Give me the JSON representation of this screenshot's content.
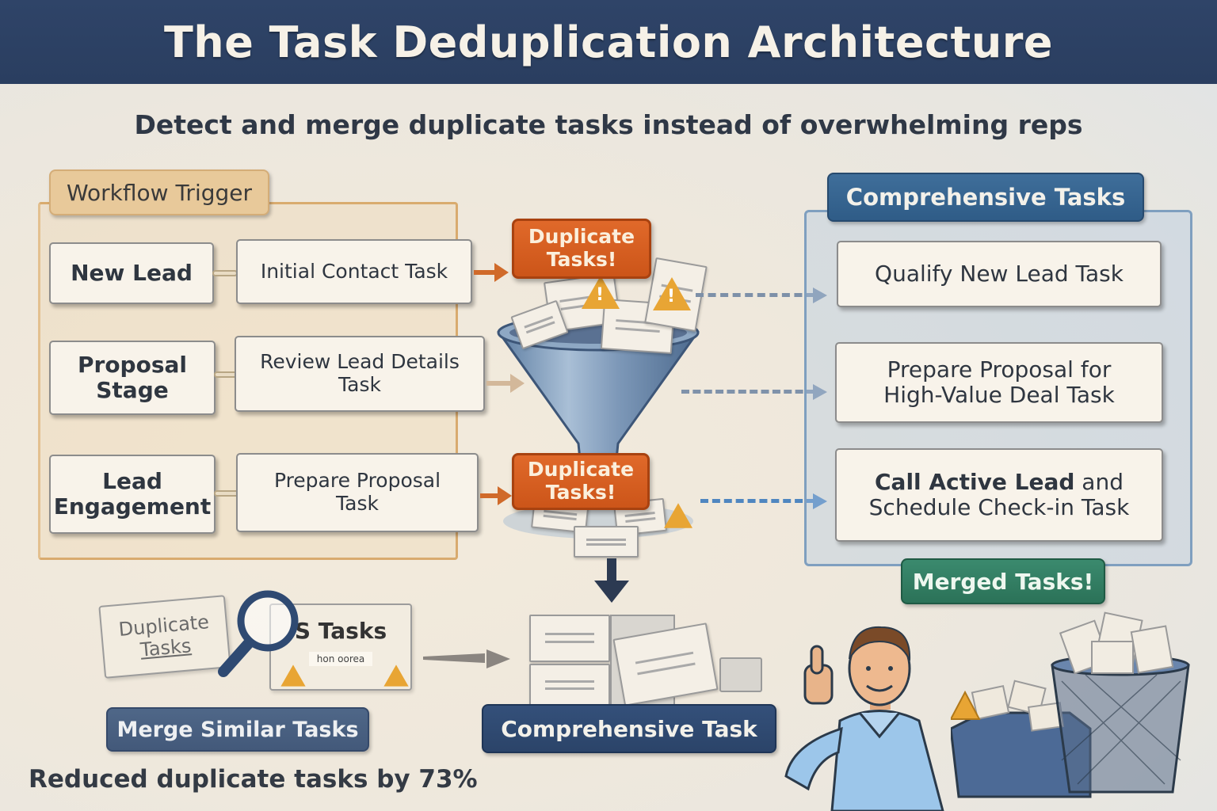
{
  "header": {
    "title": "The Task Deduplication Architecture",
    "subtitle": "Detect and merge duplicate tasks instead of overwhelming reps"
  },
  "workflow": {
    "section_label": "Workflow Trigger",
    "rows": [
      {
        "trigger": "New Lead",
        "task": "Initial Contact Task"
      },
      {
        "trigger_line1": "Proposal",
        "trigger_line2": "Stage",
        "task_line1": "Review Lead Details",
        "task_line2": "Task"
      },
      {
        "trigger_line1": "Lead",
        "trigger_line2": "Engagement",
        "task_line1": "Prepare Proposal",
        "task_line2": "Task"
      }
    ]
  },
  "funnel": {
    "badges": [
      {
        "line1": "Duplicate",
        "line2": "Tasks!"
      },
      {
        "line1": "Duplicate",
        "line2": "Tasks!"
      }
    ],
    "warning_glyph": "!"
  },
  "comprehensive": {
    "section_label": "Comprehensive Tasks",
    "tasks": [
      {
        "line1": "Qualify New Lead Task"
      },
      {
        "line1": "Prepare Proposal for",
        "line2": "High-Value Deal Task"
      },
      {
        "line1_bold": "Call Active Lead",
        "line1_rest": " and",
        "line2": "Schedule Check-in Task"
      }
    ],
    "merged_label": "Merged Tasks!"
  },
  "merge_step": {
    "ghost_card_line1": "Duplicate",
    "ghost_card_line2": "Tasks",
    "scanned_card_title": "S Tasks",
    "scanned_card_sub": "hon oorea",
    "label": "Merge Similar Tasks"
  },
  "output": {
    "label": "Comprehensive Task"
  },
  "footer": {
    "stat": "Reduced duplicate tasks by 73%"
  },
  "colors": {
    "header_bg": "#2f4468",
    "trigger_tag": "#e8c99a",
    "duplicate_badge": "#d85f22",
    "comprehensive_tag": "#356390",
    "merged_tag": "#2f7a5f",
    "merge_similar_tag": "#4a6182",
    "comprehensive_task_tag": "#2f4a72"
  }
}
